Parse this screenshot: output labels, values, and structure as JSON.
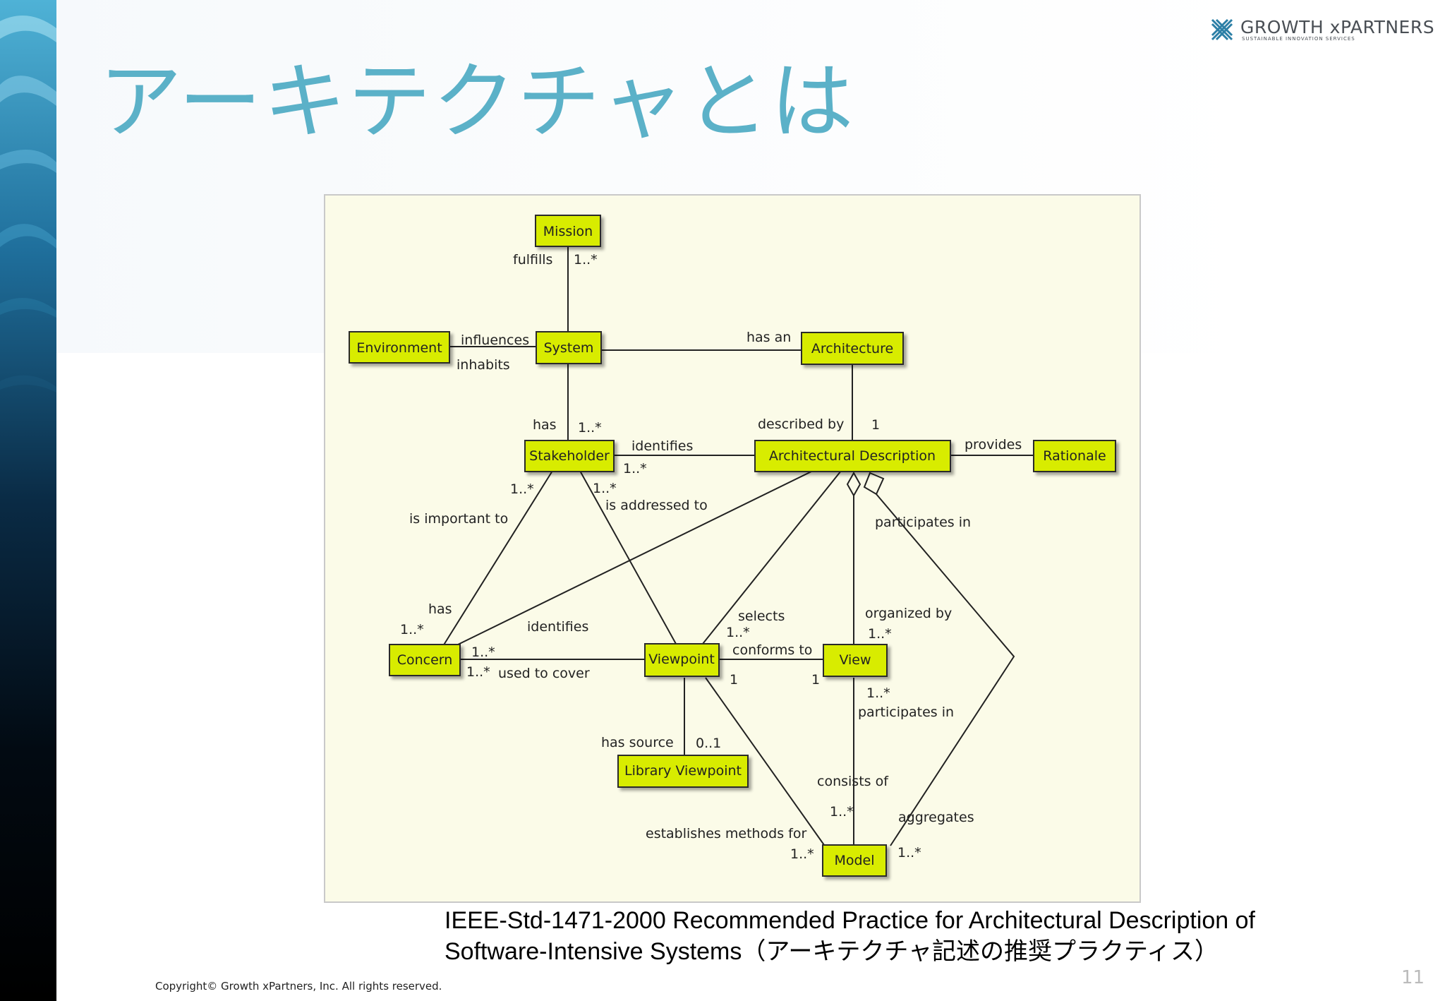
{
  "slide": {
    "title": "アーキテクチャとは",
    "page_number": "11",
    "copyright": "Copyright© Growth xPartners, Inc. All rights reserved."
  },
  "logo": {
    "name": "GROWTH xPARTNERS",
    "tagline": "SUSTAINABLE INNOVATION SERVICES"
  },
  "caption": {
    "line1": "IEEE-Std-1471-2000 Recommended Practice for Architectural Description of",
    "line2": "Software-Intensive Systems（アーキテクチャ記述の推奨プラクティス）"
  },
  "diagram": {
    "colors": {
      "background": "#fbfbe8",
      "box_fill": "#d8ec00",
      "box_border": "#2a2a2a",
      "line": "#222222"
    },
    "boxes": {
      "mission": "Mission",
      "environment": "Environment",
      "system": "System",
      "architecture": "Architecture",
      "stakeholder": "Stakeholder",
      "architectural_description": "Architectural Description",
      "rationale": "Rationale",
      "concern": "Concern",
      "viewpoint": "Viewpoint",
      "view": "View",
      "library_viewpoint": "Library Viewpoint",
      "model": "Model"
    },
    "labels": {
      "fulfills": "fulfills",
      "mission_mult": "1..*",
      "influences": "influences",
      "inhabits": "inhabits",
      "has_an": "has an",
      "has_stakeholder": "has",
      "stakeholder_mult": "1..*",
      "identifies_stakeholder": "identifies",
      "identifies_stakeholder_mult": "1..*",
      "described_by": "described by",
      "described_by_mult": "1",
      "provides": "provides",
      "important_mult": "1..*",
      "is_important_to": "is important to",
      "addressed_mult": "1..*",
      "is_addressed_to": "is addressed to",
      "participates_in_1": "participates in",
      "has_concern": "has",
      "concern_mult": "1..*",
      "identifies_concern": "identifies",
      "concern_right_mult_1": "1..*",
      "concern_right_mult_2": "1..*",
      "used_to_cover": "used to cover",
      "selects": "selects",
      "selects_mult": "1..*",
      "organized_by": "organized by",
      "organized_by_mult": "1..*",
      "conforms_to": "conforms to",
      "vp_mult_1": "1",
      "view_mult_1": "1",
      "view_mult_2": "1..*",
      "participates_in_2": "participates in",
      "has_source": "has source",
      "has_source_mult": "0..1",
      "consists_of": "consists of",
      "consists_mult": "1..*",
      "aggregates": "aggregates",
      "establishes_methods_for": "establishes methods for",
      "model_mult_left": "1..*",
      "model_mult_right": "1..*"
    }
  }
}
